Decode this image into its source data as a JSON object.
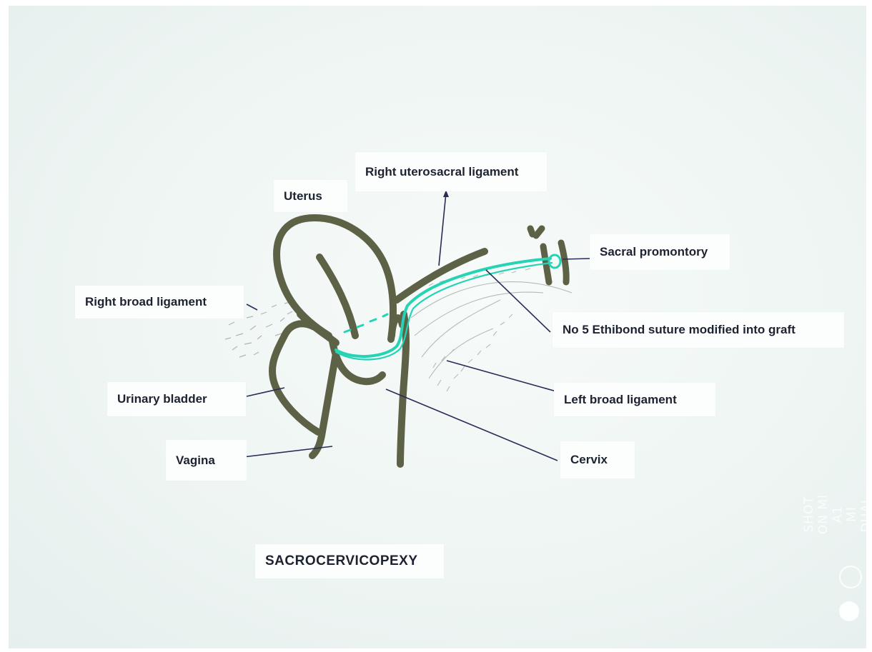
{
  "diagram": {
    "title": "SACROCERVICOPEXY",
    "labels": {
      "uterus": "Uterus",
      "right_uterosacral_ligament": "Right uterosacral ligament",
      "sacral_promontory": "Sacral promontory",
      "right_broad_ligament": "Right broad ligament",
      "suture_graft": "No 5 Ethibond suture modified into graft",
      "urinary_bladder": "Urinary bladder",
      "left_broad_ligament": "Left broad ligament",
      "vagina": "Vagina",
      "cervix": "Cervix"
    },
    "colors": {
      "organ_stroke": "#5d6247",
      "graft_stroke": "#25d4b5",
      "leader_line": "#2a2b57",
      "ligament_hatch": "#9aa09c",
      "label_background": "#fcfdfd",
      "label_text": "#1c2230"
    }
  },
  "watermark": {
    "line1": "SHOT ON MI A1",
    "line2": "MI DUAL CAMERA"
  }
}
